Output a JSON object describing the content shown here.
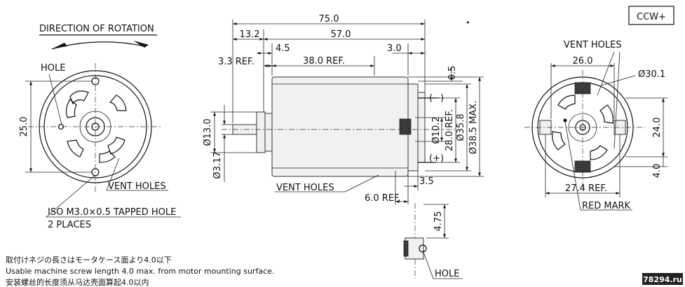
{
  "badge": "CCW+",
  "watermark": "78294.ru",
  "left_view": {
    "direction_label": "DIRECTION OF ROTATION",
    "hole_label": "HOLE",
    "dim_25": "25.0",
    "vent_label": "VENT HOLES",
    "tapped_label": "ISO M3.0×0.5 TAPPED HOLE",
    "places_label": "2 PLACES"
  },
  "side_view": {
    "d_75": "75.0",
    "d_132": "13.2",
    "d_57": "57.0",
    "d_45": "4.5",
    "d_30": "3.0",
    "d_33": "3.3 REF.",
    "d_38": "38.0 REF.",
    "d_05": "0.5",
    "d_13": "Ø13.0",
    "d_317": "Ø3.17",
    "d_102": "Ø10.2",
    "d_280": "28.0 REF.",
    "d_358": "Ø35.8",
    "d_385": "Ø38.5 MAX.",
    "minus": "(−)",
    "plus": "(+)",
    "d_35": "3.5",
    "d_60": "6.0 REF.",
    "vent_label": "VENT HOLES",
    "d_475": "4.75",
    "hole_label": "HOLE"
  },
  "right_view": {
    "vent_label": "VENT HOLES",
    "d_26": "26.0",
    "d_301": "Ø30.1",
    "d_24": "24.0",
    "d_4": "4.0",
    "d_274": "27.4 REF.",
    "red_mark": "RED MARK"
  },
  "notes": [
    "取付けネジの長さはモータケース面より4.0以下",
    "Usable machine screw length 4.0 max. from motor mounting surface.",
    "安装螺丝的长度须从马达壳面算起4.0以内"
  ]
}
